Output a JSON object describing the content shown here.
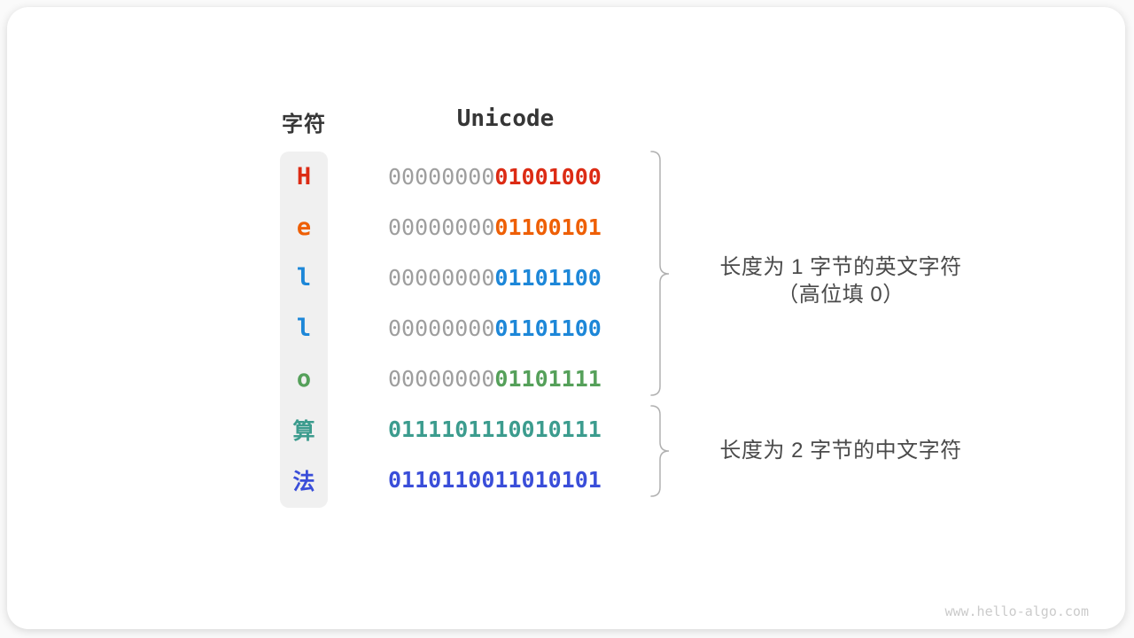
{
  "header": {
    "char_label": "字符",
    "unicode_label": "Unicode"
  },
  "table": {
    "rows": [
      {
        "char": "H",
        "high_byte": "00000000",
        "low_byte": "01001000",
        "color": "#dc2b14",
        "high_byte_colored": false
      },
      {
        "char": "e",
        "high_byte": "00000000",
        "low_byte": "01100101",
        "color": "#ee5f05",
        "high_byte_colored": false
      },
      {
        "char": "l",
        "high_byte": "00000000",
        "low_byte": "01101100",
        "color": "#1d87d8",
        "high_byte_colored": false
      },
      {
        "char": "l",
        "high_byte": "00000000",
        "low_byte": "01101100",
        "color": "#1d87d8",
        "high_byte_colored": false
      },
      {
        "char": "o",
        "high_byte": "00000000",
        "low_byte": "01101111",
        "color": "#55a05a",
        "high_byte_colored": false
      },
      {
        "char": "算",
        "high_byte": "01111011",
        "low_byte": "10010111",
        "color": "#3c9c8e",
        "high_byte_colored": true
      },
      {
        "char": "法",
        "high_byte": "01101100",
        "low_byte": "11010101",
        "color": "#3a4ed9",
        "high_byte_colored": true
      }
    ]
  },
  "annotations": {
    "group1": {
      "line1": "长度为 1 字节的英文字符",
      "line2": "（高位填 0）"
    },
    "group2": {
      "line1": "长度为 2 字节的中文字符"
    }
  },
  "watermark": {
    "text": "www.hello-algo.com"
  },
  "colors": {
    "header_text": "#363636",
    "annotation_text": "#4a4a4a",
    "zero_fill": "#9e9e9e",
    "brace": "#b0b0b0",
    "char_column_bg": "#f0f0f0",
    "card_bg": "#ffffff"
  }
}
